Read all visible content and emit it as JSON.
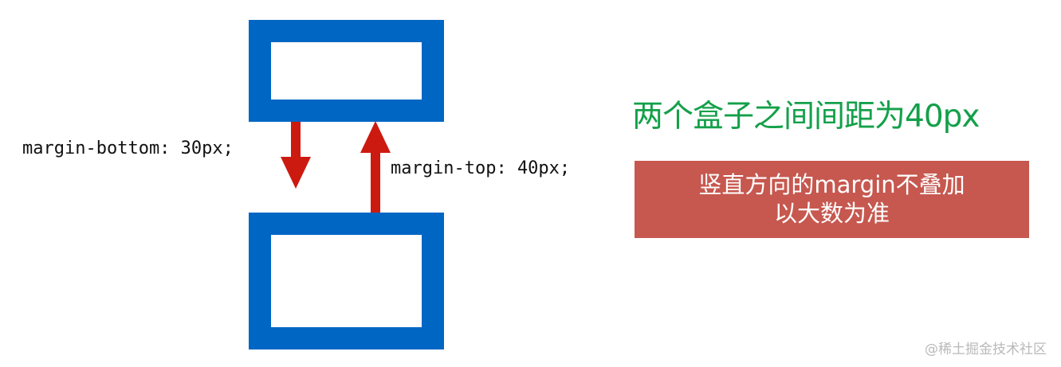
{
  "diagram": {
    "label_margin_bottom": "margin-bottom: 30px;",
    "label_margin_top": "margin-top: 40px;",
    "headline": "两个盒子之间间距为40px",
    "note_line1": "竖直方向的margin不叠加",
    "note_line2": "以大数为准",
    "watermark": "@稀土掘金技术社区"
  },
  "colors": {
    "box_border": "#0066c4",
    "arrow": "#cc1a10",
    "headline": "#14a04a",
    "note_background": "#c6584f",
    "note_text": "#ffffff"
  }
}
